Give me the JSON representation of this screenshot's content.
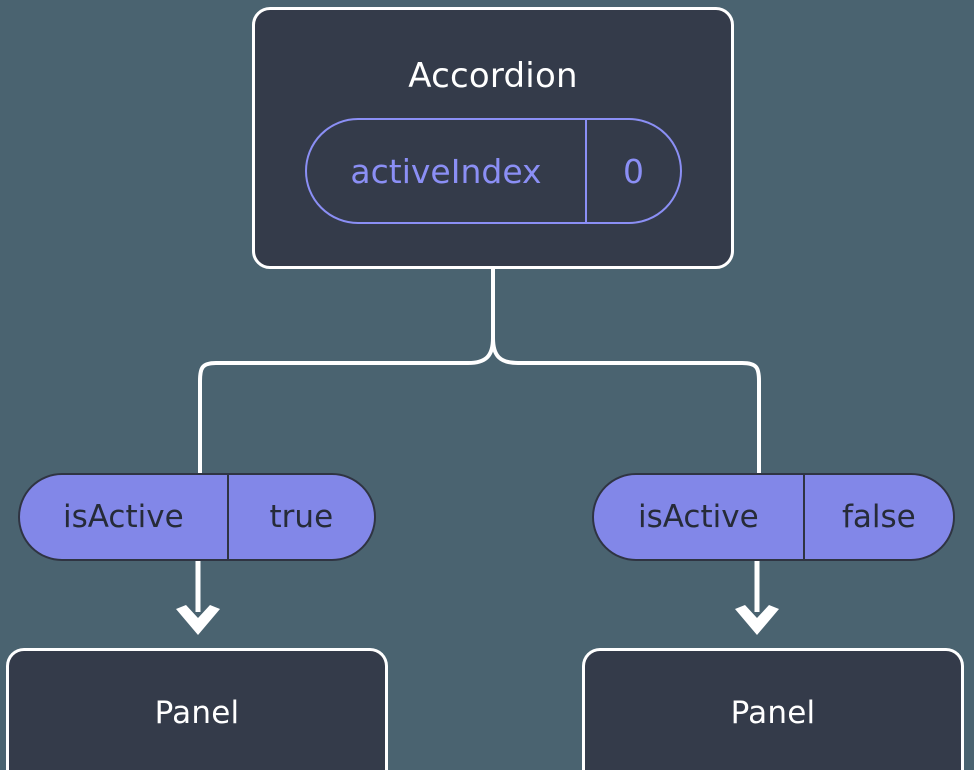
{
  "diagram": {
    "type": "component-tree",
    "background_color": "#4a6370",
    "root": {
      "name": "accordion-node",
      "title": "Accordion",
      "box_color": "#343b4a",
      "border_color": "#ffffff",
      "state": {
        "key": "activeIndex",
        "value": "0",
        "style": "outlined",
        "accent_color": "#8b8ff5"
      }
    },
    "children": [
      {
        "name": "panel-left",
        "title": "Panel",
        "prop": {
          "key": "isActive",
          "value": "true",
          "style": "filled",
          "fill_color": "#8287e8",
          "text_color": "#262b38"
        }
      },
      {
        "name": "panel-right",
        "title": "Panel",
        "prop": {
          "key": "isActive",
          "value": "false",
          "style": "filled",
          "fill_color": "#8287e8",
          "text_color": "#262b38"
        }
      }
    ],
    "connectors": {
      "color": "#ffffff",
      "stroke_width": 4,
      "arrow_style": "filled-notched-arrowhead"
    }
  }
}
